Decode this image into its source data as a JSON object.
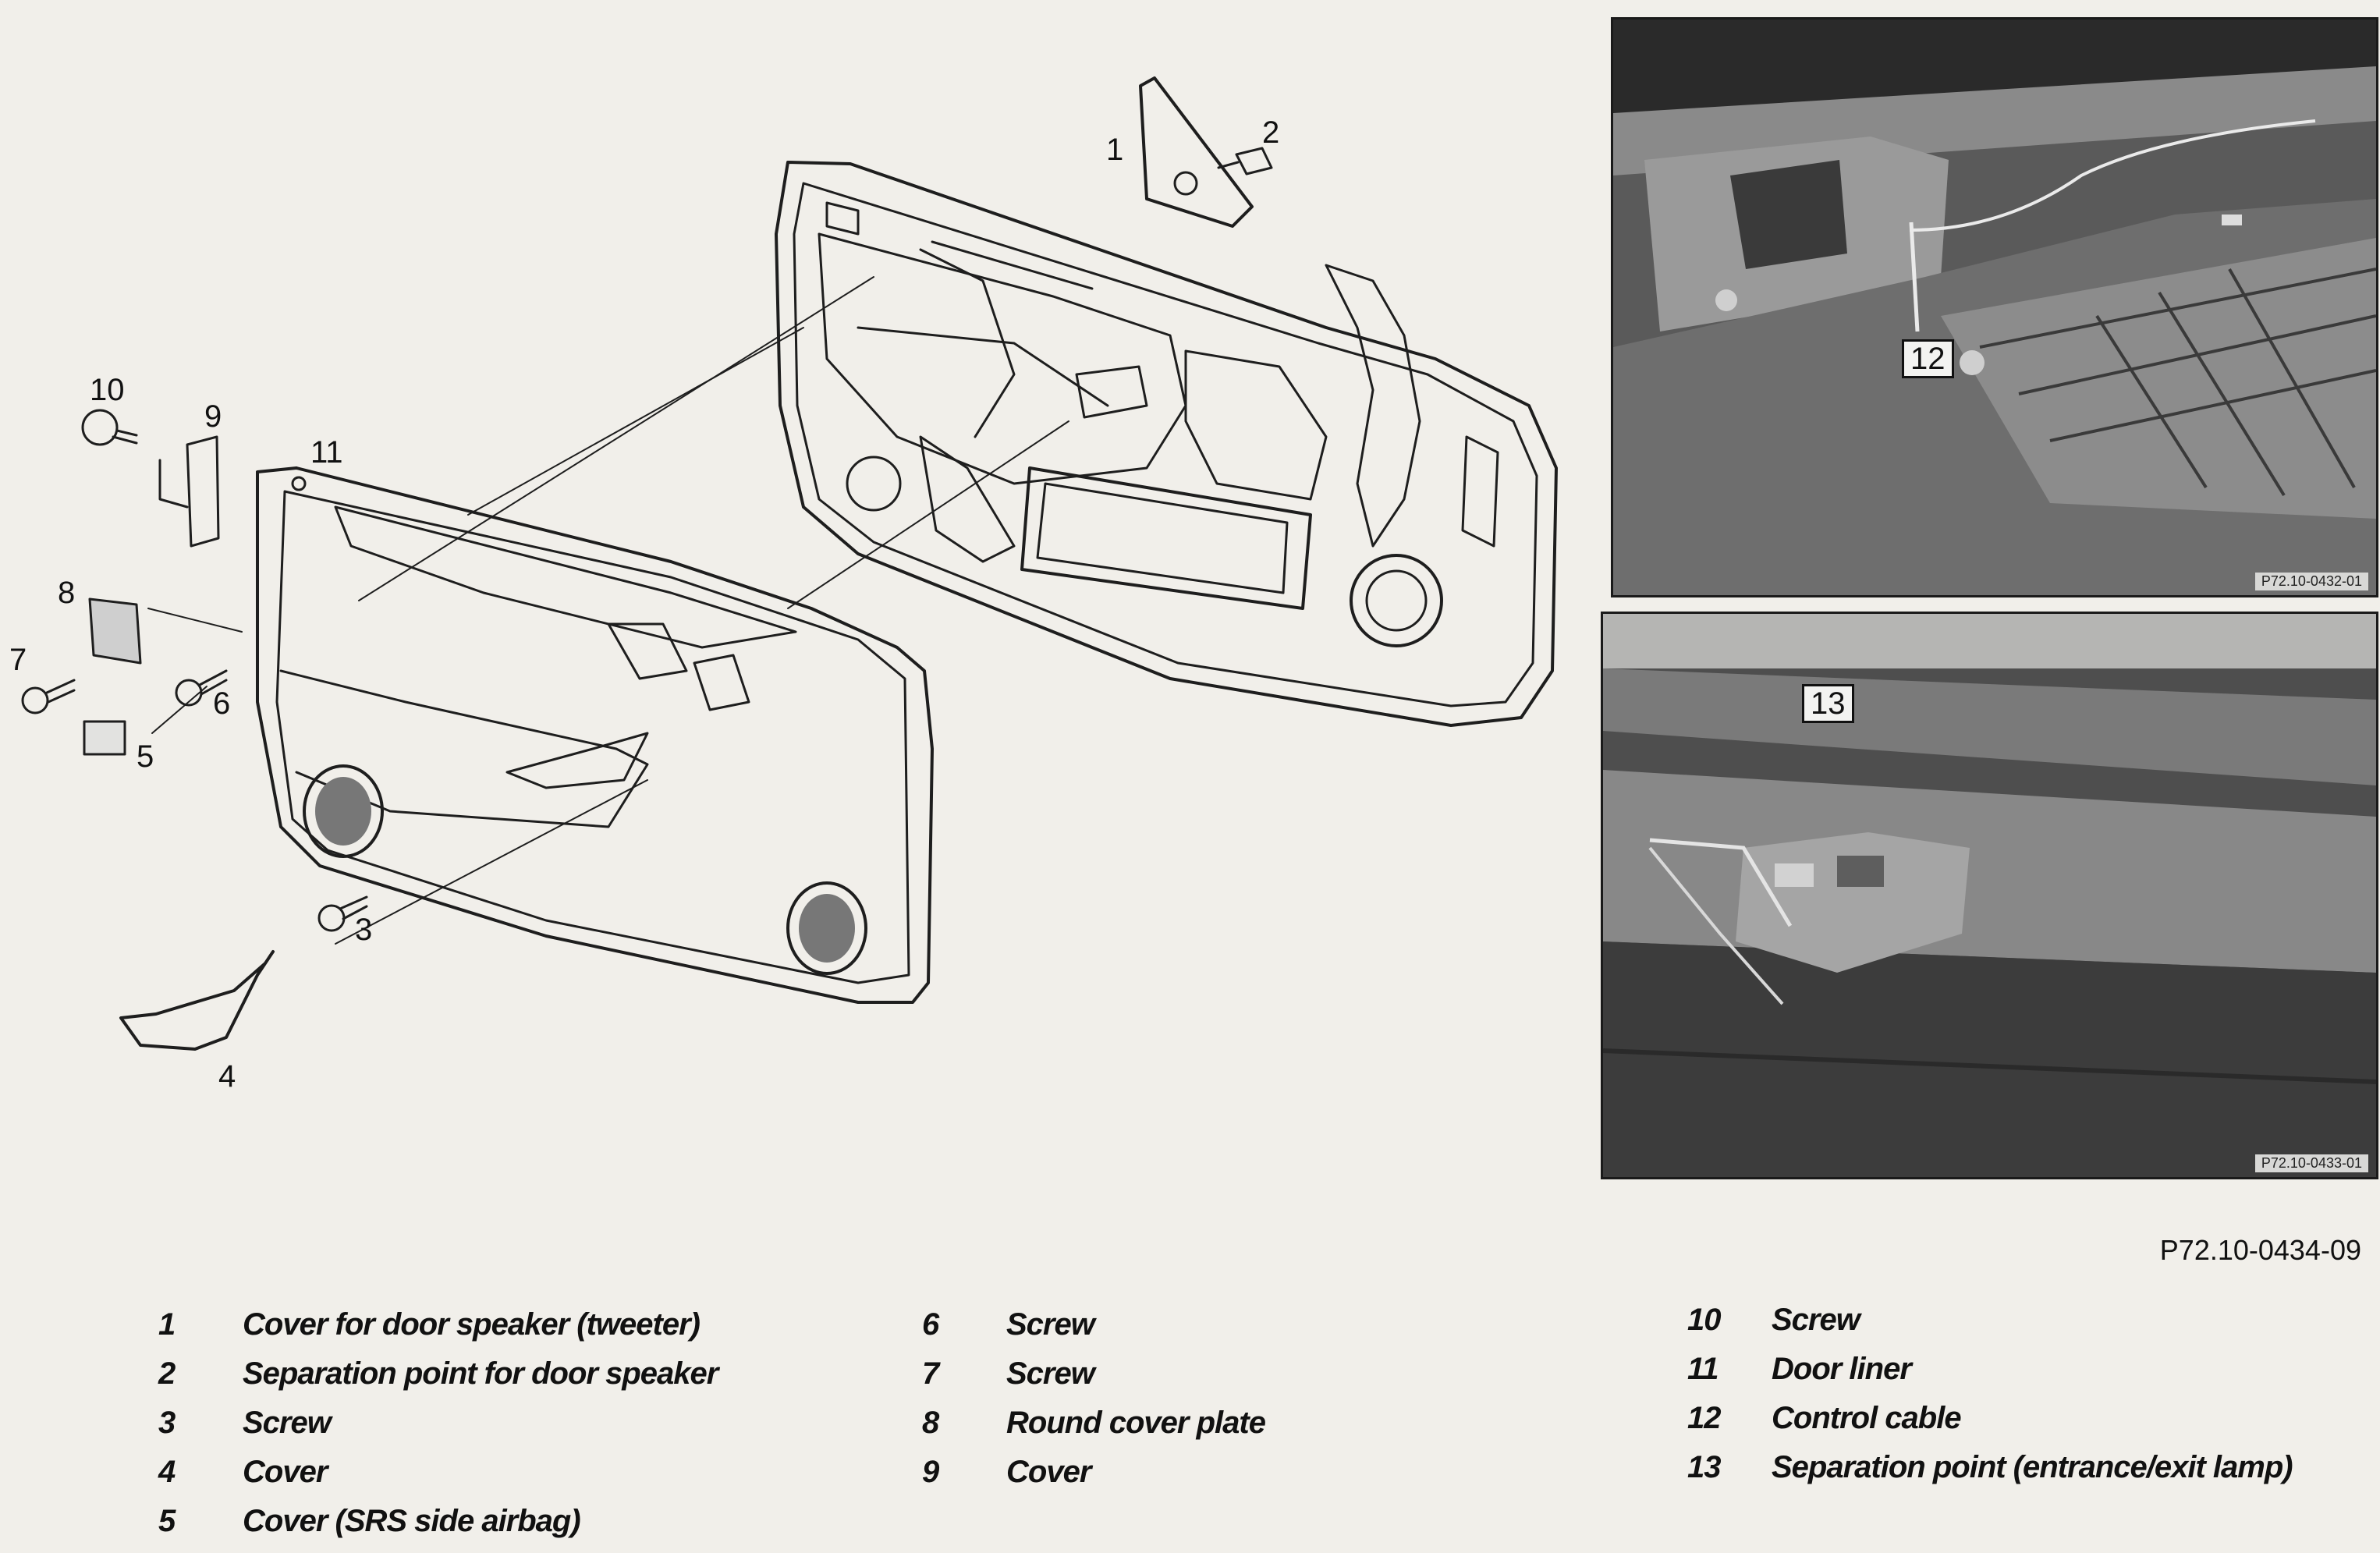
{
  "diagram": {
    "figure_code": "P72.10-0434-09",
    "part_numbers": [
      "1",
      "2",
      "3",
      "4",
      "5",
      "6",
      "7",
      "8",
      "9",
      "10",
      "11"
    ],
    "photo_top": {
      "code": "P72.10-0432-01",
      "callout": "12"
    },
    "photo_bottom": {
      "code": "P72.10-0433-01",
      "callout": "13"
    }
  },
  "legend": {
    "columns": [
      [
        {
          "num": "1",
          "text": "Cover for door speaker (tweeter)"
        },
        {
          "num": "2",
          "text": "Separation point for door speaker"
        },
        {
          "num": "3",
          "text": "Screw"
        },
        {
          "num": "4",
          "text": "Cover"
        },
        {
          "num": "5",
          "text": "Cover (SRS side airbag)"
        }
      ],
      [
        {
          "num": "6",
          "text": "Screw"
        },
        {
          "num": "7",
          "text": "Screw"
        },
        {
          "num": "8",
          "text": "Round cover plate"
        },
        {
          "num": "9",
          "text": "Cover"
        }
      ],
      [
        {
          "num": "10",
          "text": "Screw"
        },
        {
          "num": "11",
          "text": "Door liner"
        },
        {
          "num": "12",
          "text": "Control cable"
        },
        {
          "num": "13",
          "text": "Separation point (entrance/exit lamp)"
        }
      ]
    ]
  }
}
